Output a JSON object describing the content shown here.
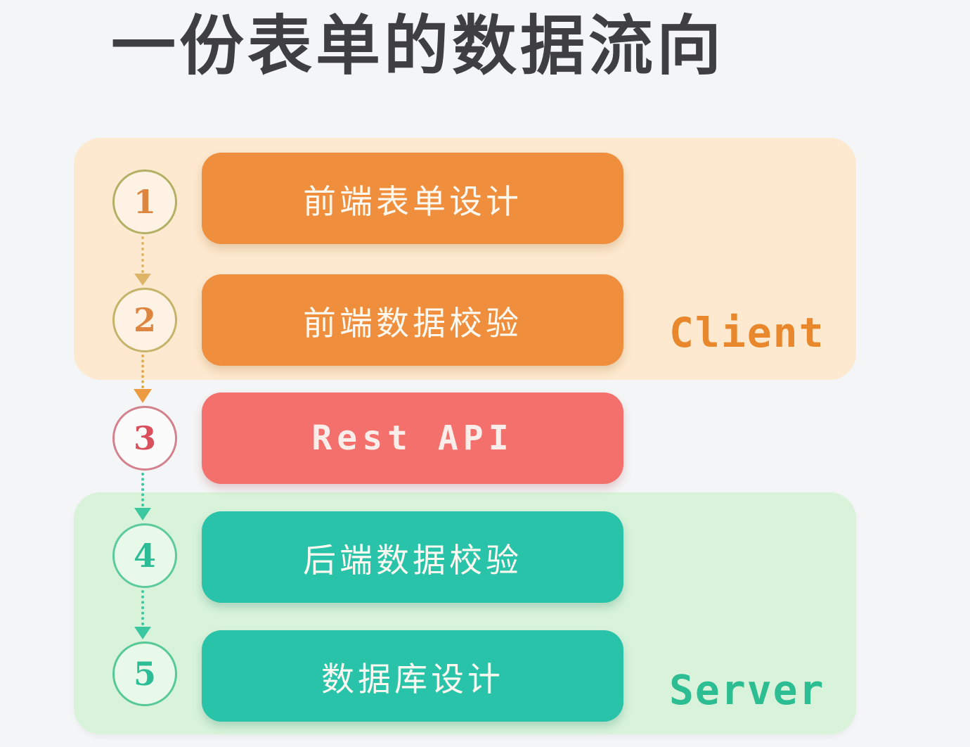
{
  "title": "一份表单的数据流向",
  "zones": {
    "client": {
      "label": "Client",
      "text_color": "#e8872b",
      "panel_color": "#fce9cf"
    },
    "server": {
      "label": "Server",
      "text_color": "#2dbd92",
      "panel_color": "#d8f3da"
    }
  },
  "steps": [
    {
      "num": "1",
      "label": "前端表单设计",
      "zone": "client",
      "box_color": "#ef8f3e",
      "text_color": "#ffffff"
    },
    {
      "num": "2",
      "label": "前端数据校验",
      "zone": "client",
      "box_color": "#ef8f3e",
      "text_color": "#ffffff"
    },
    {
      "num": "3",
      "label": "Rest API",
      "zone": "between",
      "box_color": "#f3706d",
      "text_color": "#fbeeea"
    },
    {
      "num": "4",
      "label": "后端数据校验",
      "zone": "server",
      "box_color": "#29c3a9",
      "text_color": "#ffffff"
    },
    {
      "num": "5",
      "label": "数据库设计",
      "zone": "server",
      "box_color": "#29c3a9",
      "text_color": "#ffffff"
    }
  ],
  "flow": {
    "direction": "top-down",
    "order": [
      "1",
      "2",
      "3",
      "4",
      "5"
    ],
    "arrow_colors": [
      "#ddb468",
      "#ec9b40",
      "#3bc8a0",
      "#3bc8a0"
    ]
  },
  "colors": {
    "page_background": "#f4f5f6",
    "title_text": "#3f3f42",
    "client_circle_border": "#bdb267",
    "step3_circle_border": "#d2818d",
    "server_circle_border": "#5aca9a",
    "client_number": "#de8640",
    "step3_number": "#d9505d",
    "server_number": "#2cbd96"
  }
}
